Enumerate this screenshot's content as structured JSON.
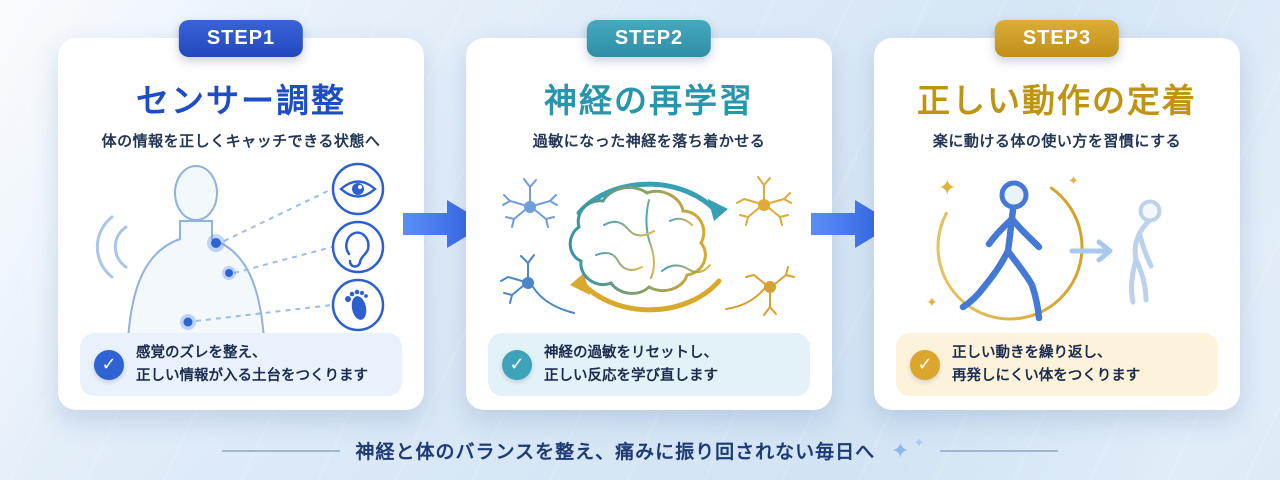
{
  "steps": [
    {
      "badge": "STEP1",
      "title": "センサー調整",
      "subtitle": "体の情報を正しくキャッチできる状態へ",
      "check_glyph": "✓",
      "check_line1": "感覚のズレを整え、",
      "check_line2": "正しい情報が入る土台をつくります",
      "accent_color": "#2d5fd0",
      "badge_color": "#2b51c8",
      "pill_color": "#e9f1fc",
      "icons": [
        "body-sensors-illustration",
        "eye-icon",
        "ear-icon",
        "foot-icon"
      ]
    },
    {
      "badge": "STEP2",
      "title": "神経の再学習",
      "subtitle": "過敏になった神経を落ち着かせる",
      "check_glyph": "✓",
      "check_line1": "神経の過敏をリセットし、",
      "check_line2": "正しい反応を学び直します",
      "accent_color": "#3a9fb4",
      "badge_color": "#2f93aa",
      "pill_color": "#e3f2f6",
      "icons": [
        "neuron-blue-icon",
        "brain-icon",
        "neuron-gold-icon",
        "cycle-arrows-icon"
      ]
    },
    {
      "badge": "STEP3",
      "title": "正しい動作の定着",
      "subtitle": "楽に動ける体の使い方を習慣にする",
      "check_glyph": "✓",
      "check_line1": "正しい動きを繰り返し、",
      "check_line2": "再発しにくい体をつくります",
      "accent_color": "#d9a62c",
      "badge_color": "#c9981f",
      "pill_color": "#fcf3da",
      "icons": [
        "walking-person-illustration",
        "small-arrow-icon",
        "hunched-person-illustration",
        "sparkle-icon"
      ]
    }
  ],
  "arrows": {
    "direction": "right",
    "color": "#3c6fe8"
  },
  "footer": {
    "text": "神経と体のバランスを整え、痛みに振り回されない毎日へ",
    "sparkle": "✦",
    "line_color": "#9db7d6"
  }
}
